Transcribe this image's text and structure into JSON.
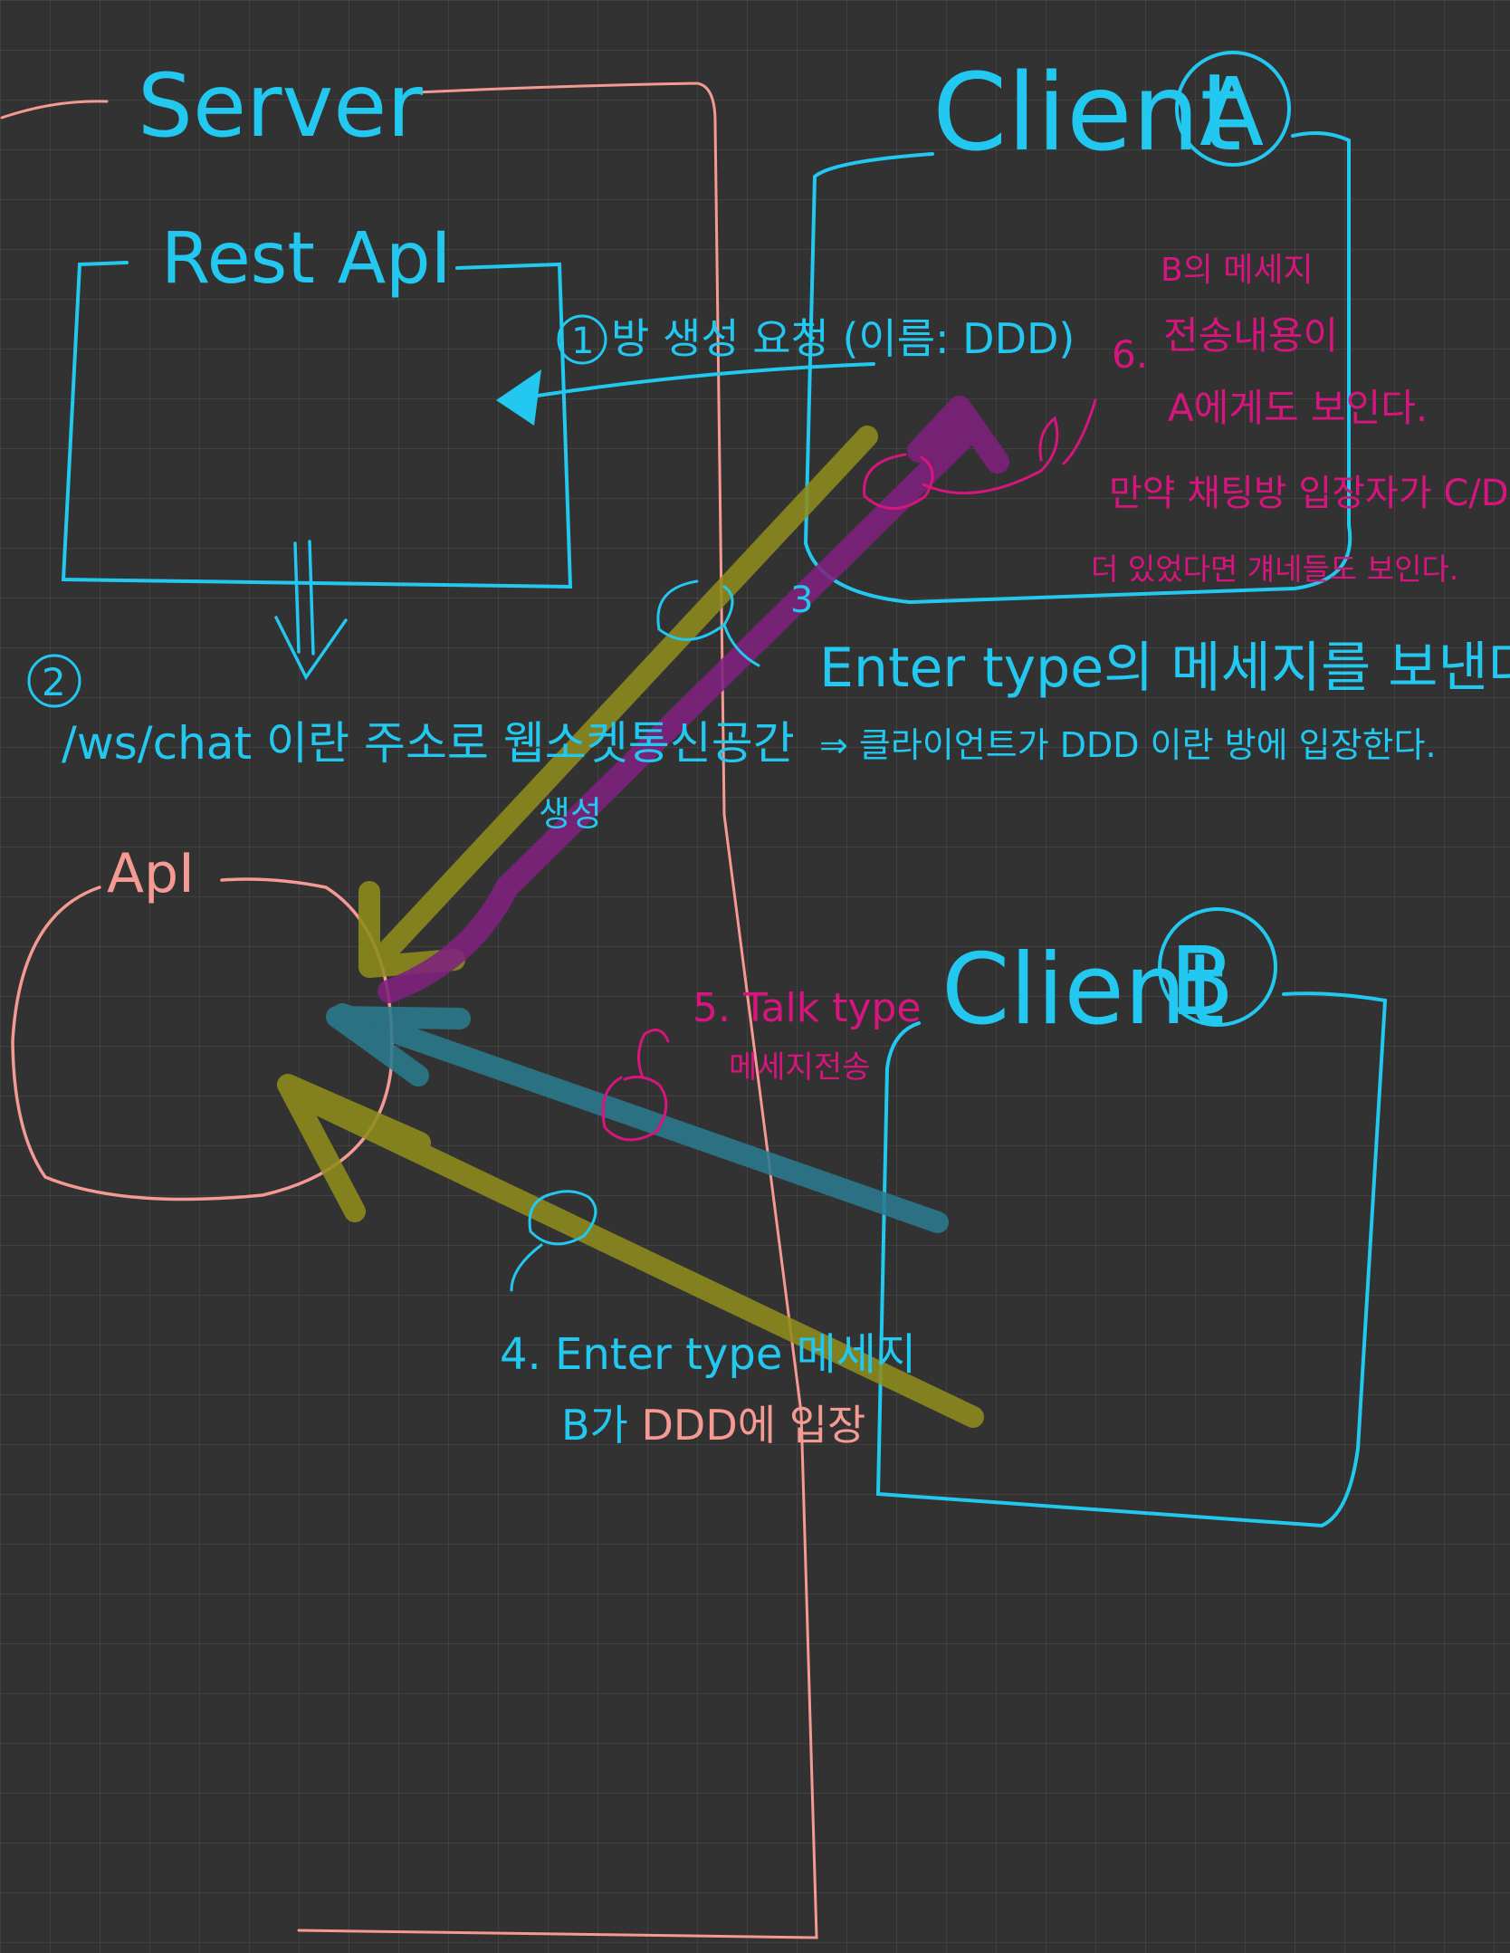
{
  "colors": {
    "cyan": "#22c8ef",
    "pink": "#f49a92",
    "magenta": "#d8147e",
    "olive": "#8e8c1c",
    "purple": "#80207e",
    "teal": "#2a7a8e"
  },
  "labels": {
    "server": "Server",
    "rest_api": "Rest ApI",
    "api": "ApI",
    "client_a": "Client",
    "client_a_letter": "A",
    "client_b": "Client",
    "client_b_letter": "B"
  },
  "steps": {
    "s1_num": "1",
    "s1_text": "방 생성 요청 (이름: DDD)",
    "s2_num": "2",
    "s2_line1": "/ws/chat 이란 주소로 웹소켓통신공간",
    "s2_line2": "생성",
    "s3_num": "3",
    "s3_line1": "Enter type의 메세지를 보낸다.",
    "s3_line2": "⇒ 클라이언트가 DDD 이란 방에 입장한다.",
    "s4_line1": "4. Enter type 메세지",
    "s4_line2_a": "B가 ",
    "s4_line2_b": "DDD",
    "s4_line2_c": "에 입장",
    "s5_line1": "5. Talk type",
    "s5_line2": "메세지전송",
    "s6_num": "6.",
    "s6_line1": "B의 메세지",
    "s6_line2": "전송내용이",
    "s6_line3": "A에게도 보인다.",
    "s6_line4": "만약 채팅방 입장자가 C/D",
    "s6_line5": "더 있었다면 걔네들도 보인다."
  }
}
